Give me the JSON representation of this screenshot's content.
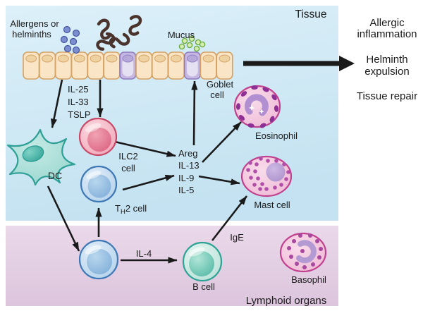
{
  "figure": {
    "tissue_label": "Tissue",
    "lymphoid_label": "Lymphoid organs"
  },
  "stimuli": {
    "line1": "Allergens or",
    "line2": "helminths"
  },
  "epithelium": {
    "mucus_label": "Mucus",
    "goblet_line1": "Goblet",
    "goblet_line2": "cell"
  },
  "signals": {
    "epithelial_cytokines": [
      "IL-25",
      "IL-33",
      "TSLP"
    ],
    "type2_cytokines": [
      "Areg",
      "IL-13",
      "IL-9",
      "IL-5"
    ],
    "il4": "IL-4",
    "ige": "IgE"
  },
  "cells": {
    "dc": "DC",
    "ilc2_line1": "ILC2",
    "ilc2_line2": "cell",
    "th2_prefix": "T",
    "th2_subscript": "H",
    "th2_suffix": "2 cell",
    "b_cell": "B cell",
    "eosinophil": "Eosinophil",
    "mast_cell": "Mast cell",
    "basophil": "Basophil"
  },
  "outcomes": {
    "line1a": "Allergic",
    "line1b": "inflammation",
    "line2a": "Helminth",
    "line2b": "expulsion",
    "line3": "Tissue repair"
  },
  "colors": {
    "tissue_bg": "#cfe8f5",
    "lymphoid_bg": "#e6d2e6",
    "epithelial_cell": "#fae5c6",
    "goblet_cell": "#c6b7e3",
    "ilc2_cell": "#ef9fb2",
    "th2_cell": "#a9cbe8",
    "dc_cell": "#9fd8d2",
    "b_cell": "#8fd4c5",
    "granulocyte_body": "#f2c6de",
    "granule": "#a8489e",
    "allergen_dot": "#7b8fd0",
    "mucus_dot": "#d6edb0",
    "arrow": "#1a1a1a"
  }
}
